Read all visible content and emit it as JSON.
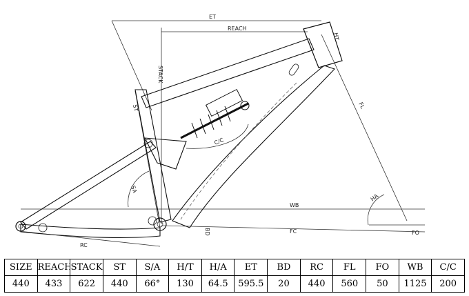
{
  "drawing_labels": {
    "et": "ET",
    "reach": "REACH",
    "stack": "STACK",
    "ht": "HT",
    "st": "ST",
    "fl": "FL",
    "cc": "C/C",
    "sa": "SA",
    "ha": "HA",
    "wb": "WB",
    "bd": "BD",
    "fc": "FC",
    "fo": "FO",
    "rc": "RC"
  },
  "geometry_table": {
    "headers": [
      "SIZE",
      "REACH",
      "STACK",
      "ST",
      "S/A",
      "H/T",
      "H/A",
      "ET",
      "BD",
      "RC",
      "FL",
      "FO",
      "WB",
      "C/C"
    ],
    "values": [
      "440",
      "433",
      "622",
      "440",
      "66°",
      "130",
      "64.5",
      "595.5",
      "20",
      "440",
      "560",
      "50",
      "1125",
      "200"
    ]
  }
}
